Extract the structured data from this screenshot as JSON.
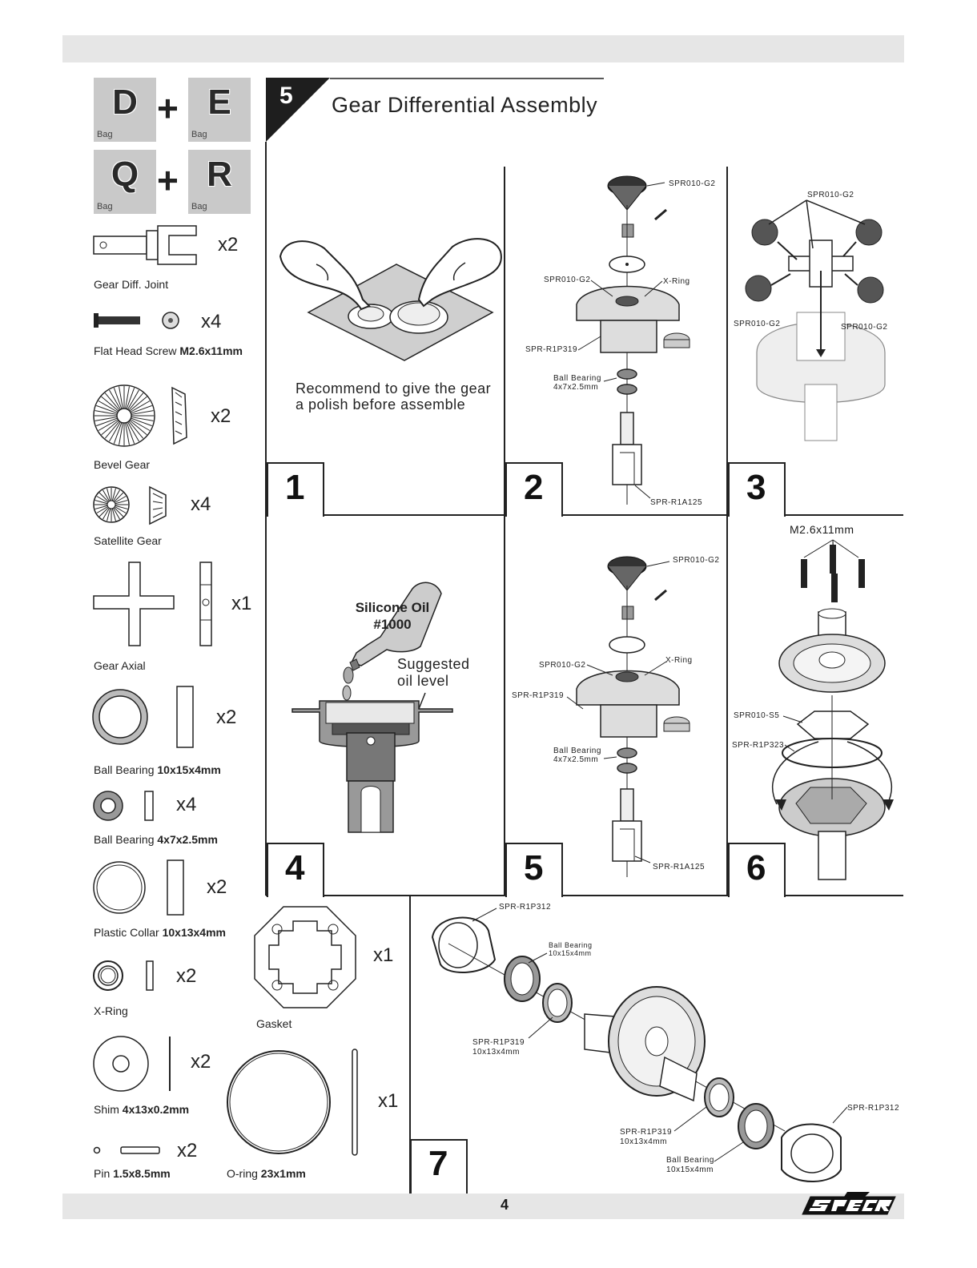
{
  "page_number": "4",
  "brand_logo": "SPEC-R",
  "section": {
    "number": "5",
    "title": "Gear Differential Assembly"
  },
  "bags": [
    {
      "letter": "D",
      "label": "Bag"
    },
    {
      "letter": "E",
      "label": "Bag"
    },
    {
      "letter": "Q",
      "label": "Bag"
    },
    {
      "letter": "R",
      "label": "Bag"
    }
  ],
  "plus": "+",
  "parts": [
    {
      "name": "Gear Diff. Joint",
      "spec": "",
      "qty": "x2"
    },
    {
      "name": "Flat Head Screw ",
      "spec": "M2.6x11mm",
      "qty": "x4"
    },
    {
      "name": "Bevel Gear",
      "spec": "",
      "qty": "x2"
    },
    {
      "name": "Satellite Gear",
      "spec": "",
      "qty": "x4"
    },
    {
      "name": "Gear Axial",
      "spec": "",
      "qty": "x1"
    },
    {
      "name": "Ball Bearing ",
      "spec": "10x15x4mm",
      "qty": "x2"
    },
    {
      "name": "Ball Bearing ",
      "spec": "4x7x2.5mm",
      "qty": "x4"
    },
    {
      "name": "Plastic Collar ",
      "spec": "10x13x4mm",
      "qty": "x2"
    },
    {
      "name": "X-Ring",
      "spec": "",
      "qty": "x2"
    },
    {
      "name": "Gasket",
      "spec": "",
      "qty": "x1"
    },
    {
      "name": "Shim ",
      "spec": "4x13x0.2mm",
      "qty": "x2"
    },
    {
      "name": "O-ring ",
      "spec": "23x1mm",
      "qty": "x1"
    },
    {
      "name": "Pin ",
      "spec": "1.5x8.5mm",
      "qty": "x2"
    }
  ],
  "steps": [
    {
      "number": "1",
      "note_line1": "Recommend to give the gear",
      "note_line2": "a polish before assemble"
    },
    {
      "number": "2",
      "labels": [
        "SPR010-G2",
        "SPR010-G2",
        "X-Ring",
        "SPR-R1P319",
        "Ball Bearing",
        "4x7x2.5mm",
        "SPR-R1A125"
      ]
    },
    {
      "number": "3",
      "labels": [
        "SPR010-G2",
        "SPR010-G2",
        "SPR010-G2"
      ]
    },
    {
      "number": "4",
      "oil_line1": "Silicone Oil",
      "oil_line2": "#1000",
      "level_line1": "Suggested",
      "level_line2": "oil level"
    },
    {
      "number": "5",
      "labels": [
        "SPR010-G2",
        "SPR010-G2",
        "X-Ring",
        "SPR-R1P319",
        "Ball Bearing",
        "4x7x2.5mm",
        "SPR-R1A125"
      ]
    },
    {
      "number": "6",
      "labels": [
        "M2.6x11mm",
        "SPR010-S5",
        "SPR-R1P323"
      ]
    },
    {
      "number": "7",
      "labels": [
        "SPR-R1P312",
        "Ball Bearing",
        "10x15x4mm",
        "SPR-R1P319",
        "10x13x4mm",
        "SPR-R1P312",
        "SPR-R1P319",
        "10x13x4mm",
        "Ball Bearing",
        "10x15x4mm"
      ]
    }
  ]
}
